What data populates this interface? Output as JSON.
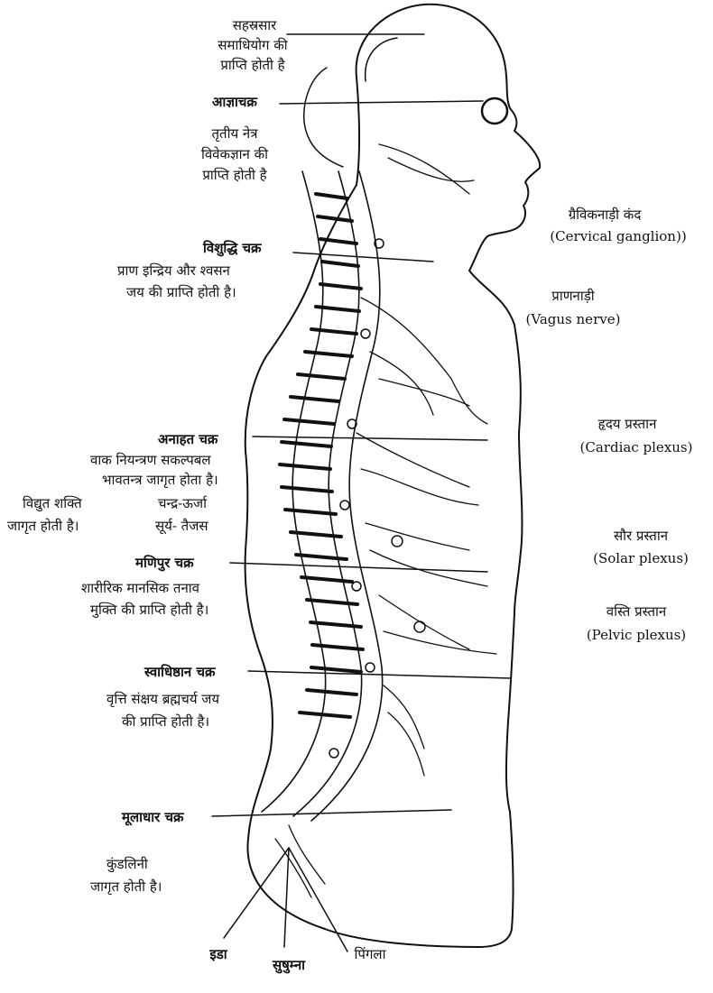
{
  "left_labels": {
    "sahasrar_title": "सहस्रसार",
    "sahasrar_l1": "समाधियोग की",
    "sahasrar_l2": "प्राप्ति होती है",
    "ajna_title": "आज्ञाचक्र",
    "ajna_l1": "तृतीय नेत्र",
    "ajna_l2": "विवेकज्ञान की",
    "ajna_l3": "प्राप्ति होती है",
    "vishuddhi_title": "विशुद्धि चक्र",
    "vishuddhi_l1": "प्राण इन्द्रिय और श्वसन",
    "vishuddhi_l2": "जय की प्राप्ति होती है।",
    "anahat_title": "अनाहत चक्र",
    "anahat_l1": "वाक नियन्त्रण सकल्पबल",
    "anahat_l2": "भावतन्त्र जागृत होता है।",
    "electric_l1": "विद्युत शक्ति",
    "electric_l2": "जागृत होती है।",
    "chandra": "चन्द्र-ऊर्जा",
    "surya": "सूर्य- तैजस",
    "manipur_title": "मणिपुर चक्र",
    "manipur_l1": "शारीरिक मानसिक तनाव",
    "manipur_l2": "मुक्ति की प्राप्ति होती है।",
    "svadhisthan_title": "स्वाधिष्ठान चक्र",
    "svadhisthan_l1": "वृत्ति संक्षय ब्रह्मचर्य जय",
    "svadhisthan_l2": "की प्राप्ति होती है।",
    "muladhar_title": "मूलाधार चक्र",
    "kundalini_l1": "कुंडलिनी",
    "kundalini_l2": "जागृत होती है।"
  },
  "right_labels": {
    "cervical_hi": "ग्रैविकनाड़ी कंद",
    "cervical_en": "(Cervical ganglion))",
    "vagus_hi": "प्राणनाड़ी",
    "vagus_en": "(Vagus nerve)",
    "cardiac_hi": "हृदय प्रस्तान",
    "cardiac_en": "(Cardiac plexus)",
    "solar_hi": "सौर प्रस्तान",
    "solar_en": "(Solar plexus)",
    "pelvic_hi": "वस्ति प्रस्तान",
    "pelvic_en": "(Pelvic plexus)"
  },
  "bottom_labels": {
    "ida": "इडा",
    "sushumna": "सुषुम्ना",
    "pingala": "पिंगला"
  }
}
